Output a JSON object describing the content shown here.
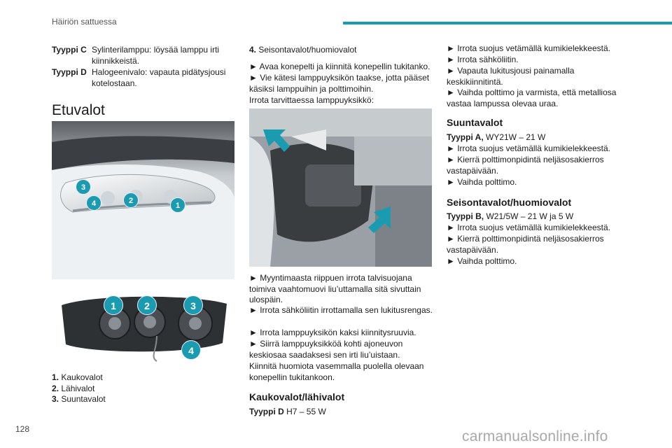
{
  "header": {
    "title": "Häiriön sattuessa"
  },
  "footer": {
    "page_number": "128",
    "watermark": "carmanualsonline.info"
  },
  "col1": {
    "defs": [
      {
        "term": "Tyyppi C",
        "desc": "Sylinterilamppu: löysää lamppu irti kiinnikkeistä."
      },
      {
        "term": "Tyyppi D",
        "desc": "Halogeenivalo: vapauta pidätysjousi kotelostaan."
      }
    ],
    "section_title": "Etuvalot",
    "photo1_callouts": [
      "3",
      "4",
      "2",
      "1"
    ],
    "photo2_callouts": [
      "1",
      "2",
      "3",
      "4"
    ],
    "legend": [
      {
        "n": "1.",
        "label": "Kaukovalot"
      },
      {
        "n": "2.",
        "label": "Lähivalot"
      },
      {
        "n": "3.",
        "label": "Suuntavalot"
      }
    ]
  },
  "col2": {
    "item4_n": "4.",
    "item4_label": "Seisontavalot/huomiovalot",
    "para1": "► Avaa konepelti ja kiinnitä konepellin tukitanko.",
    "para2": "► Vie kätesi lamppuyksikön taakse, jotta pääset käsiksi lamppuihin ja polttimoihin.",
    "para3": "Irrota tarvittaessa lamppuyksikkö:",
    "para4": "► Myyntimaasta riippuen irrota talvisuojana toimiva vaahtomuovi liu’uttamalla sitä sivuttain ulospäin.",
    "para5": "► Irrota sähköliitin irrottamalla sen lukitusrengas.",
    "para6": "► Irrota lamppuyksikön kaksi kiinnitysruuvia.",
    "para7": "► Siirrä lamppuyksikköä kohti ajoneuvon keskiosaa saadaksesi sen irti liu’uistaan.",
    "para8": "Kiinnitä huomiota vasemmalla puolella olevaan konepellin tukitankoon.",
    "sub1_title": "Kaukovalot/lähivalot",
    "sub1_type_label": "Tyyppi D",
    "sub1_type_value": " H7 – 55 W"
  },
  "col3": {
    "lines": [
      "► Irrota suojus vetämällä kumikielekkeestä.",
      "► Irrota sähköliitin.",
      "► Vapauta lukitusjousi painamalla keskikiinnitintä.",
      "► Vaihda polttimo ja varmista, että metalliosa vastaa lampussa olevaa uraa."
    ],
    "sub2_title": "Suuntavalot",
    "sub2_type_label": "Tyyppi A,",
    "sub2_type_value": " WY21W – 21 W",
    "sub2_lines": [
      "► Irrota suojus vetämällä kumikielekkeestä.",
      "► Kierrä polttimonpidintä neljäsosakierros vastapäivään.",
      "► Vaihda polttimo."
    ],
    "sub3_title": "Seisontavalot/huomiovalot",
    "sub3_type_label": "Tyyppi B,",
    "sub3_type_value": " W21/5W – 21 W ja 5 W",
    "sub3_lines": [
      "► Irrota suojus vetämällä kumikielekkeestä.",
      "► Kierrä polttimonpidintä neljäsosakierros vastapäivään.",
      "► Vaihda polttimo."
    ]
  }
}
